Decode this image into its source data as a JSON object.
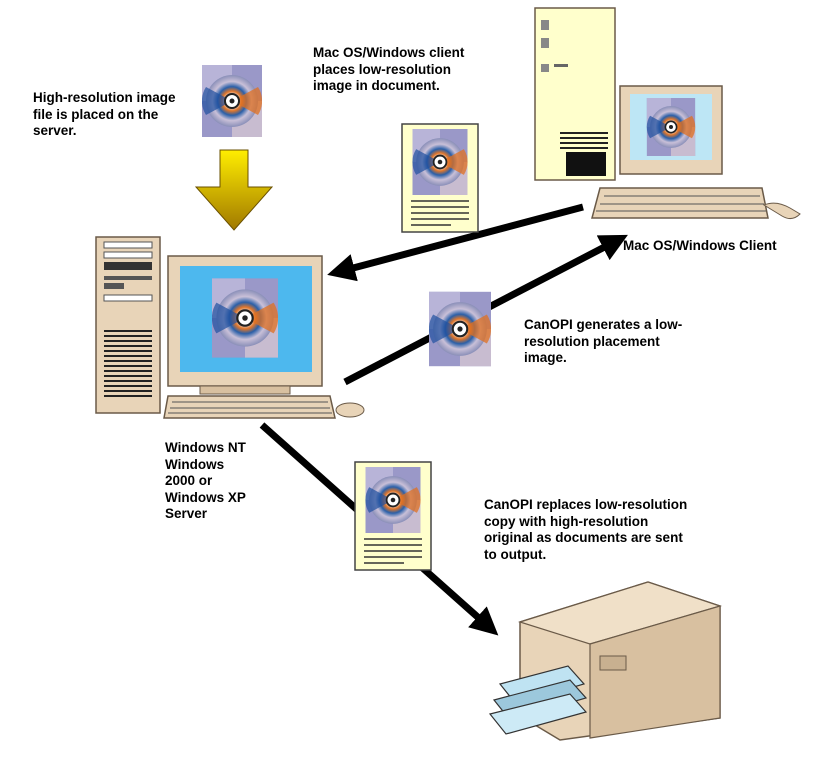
{
  "labels": {
    "hires_file": "High-resolution image\nfile is placed on the\nserver.",
    "client_places": "Mac OS/Windows client\nplaces low-resolution\nimage in document.",
    "client_name": "Mac OS/Windows Client",
    "server_name": "Windows NT\nWindows\n2000 or\nWindows XP\nServer",
    "generates": "CanOPI generates a low-\nresolution placement\nimage.",
    "replaces": "CanOPI replaces low-resolution\ncopy with high-resolution\noriginal as documents are sent\nto output."
  },
  "colors": {
    "beige": "#e8d4b8",
    "beige_dark": "#b89c78",
    "screen_blue": "#4db8ee",
    "cream": "#ffffcc",
    "yellow_arrow_top": "#ffee00",
    "yellow_arrow_bottom": "#a07800",
    "arrow": "#000000"
  },
  "icons": {
    "hires_image": "disc-image-icon",
    "server": "server-computer-icon",
    "client": "client-computer-icon",
    "printer": "printer-icon"
  }
}
